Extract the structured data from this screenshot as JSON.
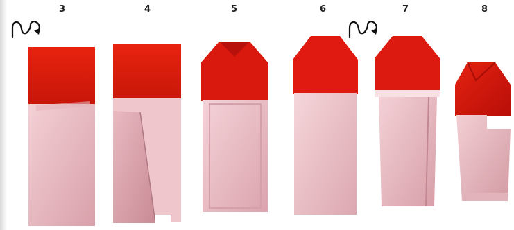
{
  "steps": [
    {
      "number": "3",
      "label_text": "3"
    },
    {
      "number": "4",
      "label_text": "4"
    },
    {
      "number": "5",
      "label_text": "5"
    },
    {
      "number": "6",
      "label_text": "6"
    },
    {
      "number": "7",
      "label_text": "7"
    },
    {
      "number": "8",
      "label_text": "8"
    }
  ],
  "icons": {
    "turn_over_step3": "turn-over-icon",
    "turn_over_step7": "turn-over-icon"
  },
  "colors": {
    "red": "#e0190f",
    "red_dark": "#b50d08",
    "pink": "#f1c9cf",
    "pink_dark": "#d99aa5",
    "white": "#ffffff"
  }
}
